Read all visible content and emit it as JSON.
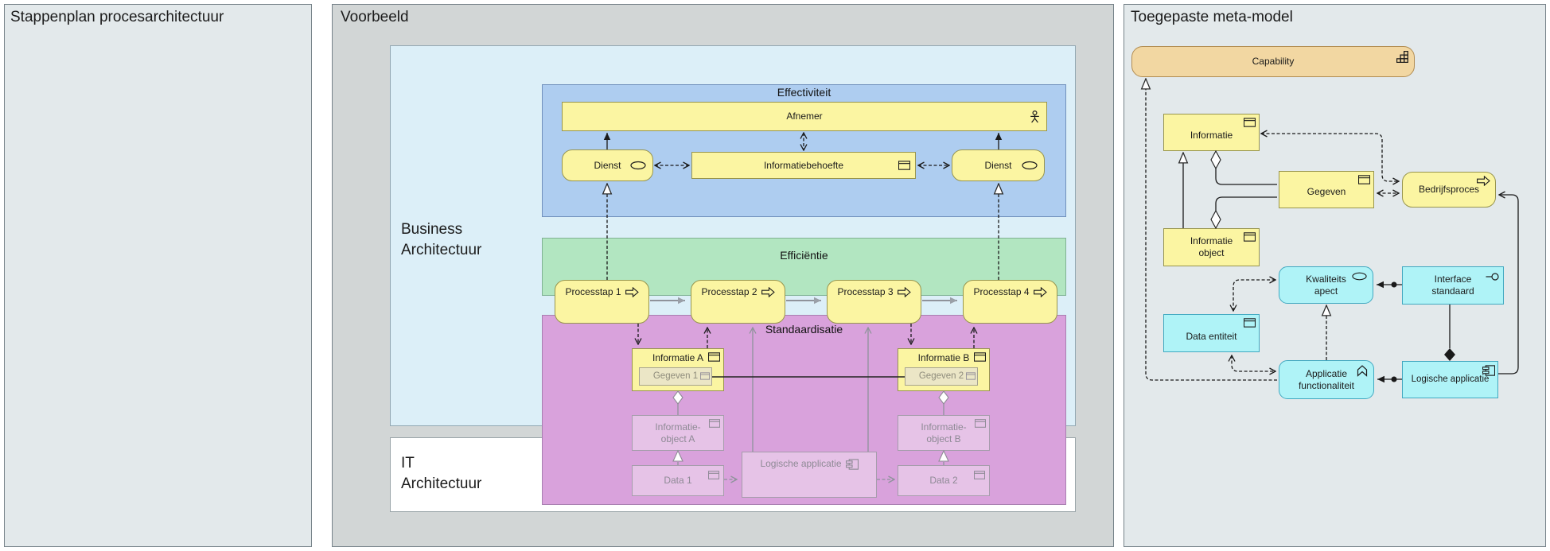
{
  "panels": {
    "left": {
      "title": "Stappenplan procesarchitectuur"
    },
    "middle": {
      "title": "Voorbeeld"
    },
    "right": {
      "title": "Toegepaste meta-model"
    }
  },
  "voorbeeld": {
    "layers": {
      "business": "Business\nArchitectuur",
      "it": "IT\nArchitectuur"
    },
    "groups": {
      "effectiviteit": "Effectiviteit",
      "efficientie": "Efficiëntie",
      "standaardisatie": "Standaardisatie"
    },
    "elements": {
      "afnemer": "Afnemer",
      "dienst_links": "Dienst",
      "informatiebehoefte": "Informatiebehoefte",
      "dienst_rechts": "Dienst",
      "processtap_1": "Processtap 1",
      "processtap_2": "Processtap 2",
      "processtap_3": "Processtap 3",
      "processtap_4": "Processtap 4",
      "informatie_a": "Informatie A",
      "gegeven_1": "Gegeven 1",
      "informatie_b": "Informatie B",
      "gegeven_2": "Gegeven 2",
      "informatie_object_a": "Informatie-\nobject A",
      "informatie_object_b": "Informatie-\nobject B",
      "data_1": "Data 1",
      "data_2": "Data 2",
      "logische_applicatie": "Logische applicatie"
    }
  },
  "metamodel": {
    "elements": {
      "capability": "Capability",
      "informatie": "Informatie",
      "gegeven": "Gegeven",
      "bedrijfsproces": "Bedrijfsproces",
      "informatie_object": "Informatie\nobject",
      "kwaliteits_aspect": "Kwaliteits\napect",
      "interface_standaard": "Interface\nstandaard",
      "data_entiteit": "Data entiteit",
      "applicatie_functionaliteit": "Applicatie\nfunctionaliteit",
      "logische_applicatie": "Logische applicatie"
    }
  },
  "colors": {
    "business_yellow": "#FBF5A2",
    "application_cyan": "#AFF3F7",
    "capability_orange": "#F2D7A2",
    "group_blue": "#AECDF0",
    "group_green": "#B2E6C1",
    "group_purple": "#D9A2DC",
    "layer_lightblue": "#DCEFF8",
    "grayed_fill": "#E6C3E7",
    "panel_side_bg": "#E3E9EB",
    "panel_middle_bg": "#D2D6D6"
  }
}
